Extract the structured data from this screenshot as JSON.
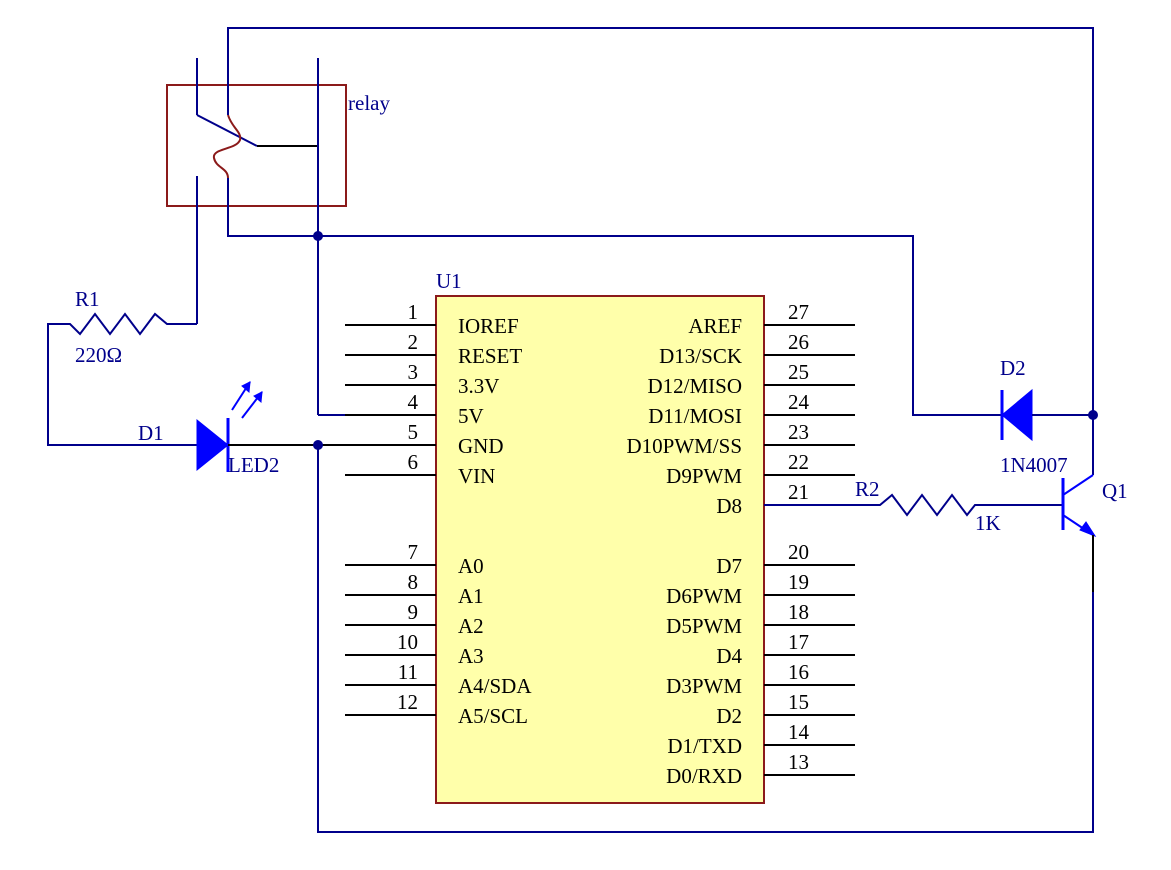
{
  "colors": {
    "wire": "#00008B",
    "component": "#0000FF",
    "relay_box": "#8B1A1A",
    "ic_fill": "#FFFFAA",
    "ic_border": "#8B1A1A",
    "pin": "#000000"
  },
  "relay": {
    "label": "relay"
  },
  "resistor_r1": {
    "ref": "R1",
    "value": "220Ω"
  },
  "resistor_r2": {
    "ref": "R2",
    "value": "1K"
  },
  "led_d1": {
    "ref": "D1",
    "value": "LED2"
  },
  "diode_d2": {
    "ref": "D2",
    "value": "1N4007"
  },
  "transistor_q1": {
    "ref": "Q1"
  },
  "ic": {
    "ref": "U1",
    "left_pins": [
      {
        "num": "1",
        "name": "IOREF"
      },
      {
        "num": "2",
        "name": "RESET"
      },
      {
        "num": "3",
        "name": "3.3V"
      },
      {
        "num": "4",
        "name": "5V"
      },
      {
        "num": "5",
        "name": "GND"
      },
      {
        "num": "6",
        "name": "VIN"
      },
      {
        "num": "7",
        "name": "A0"
      },
      {
        "num": "8",
        "name": "A1"
      },
      {
        "num": "9",
        "name": "A2"
      },
      {
        "num": "10",
        "name": "A3"
      },
      {
        "num": "11",
        "name": "A4/SDA"
      },
      {
        "num": "12",
        "name": "A5/SCL"
      }
    ],
    "right_pins": [
      {
        "num": "27",
        "name": "AREF"
      },
      {
        "num": "26",
        "name": "D13/SCK"
      },
      {
        "num": "25",
        "name": "D12/MISO"
      },
      {
        "num": "24",
        "name": "D11/MOSI"
      },
      {
        "num": "23",
        "name": "D10PWM/SS"
      },
      {
        "num": "22",
        "name": "D9PWM"
      },
      {
        "num": "21",
        "name": "D8"
      },
      {
        "num": "20",
        "name": "D7"
      },
      {
        "num": "19",
        "name": "D6PWM"
      },
      {
        "num": "18",
        "name": "D5PWM"
      },
      {
        "num": "17",
        "name": "D4"
      },
      {
        "num": "16",
        "name": "D3PWM"
      },
      {
        "num": "15",
        "name": "D2"
      },
      {
        "num": "14",
        "name": "D1/TXD"
      },
      {
        "num": "13",
        "name": "D0/RXD"
      }
    ]
  }
}
